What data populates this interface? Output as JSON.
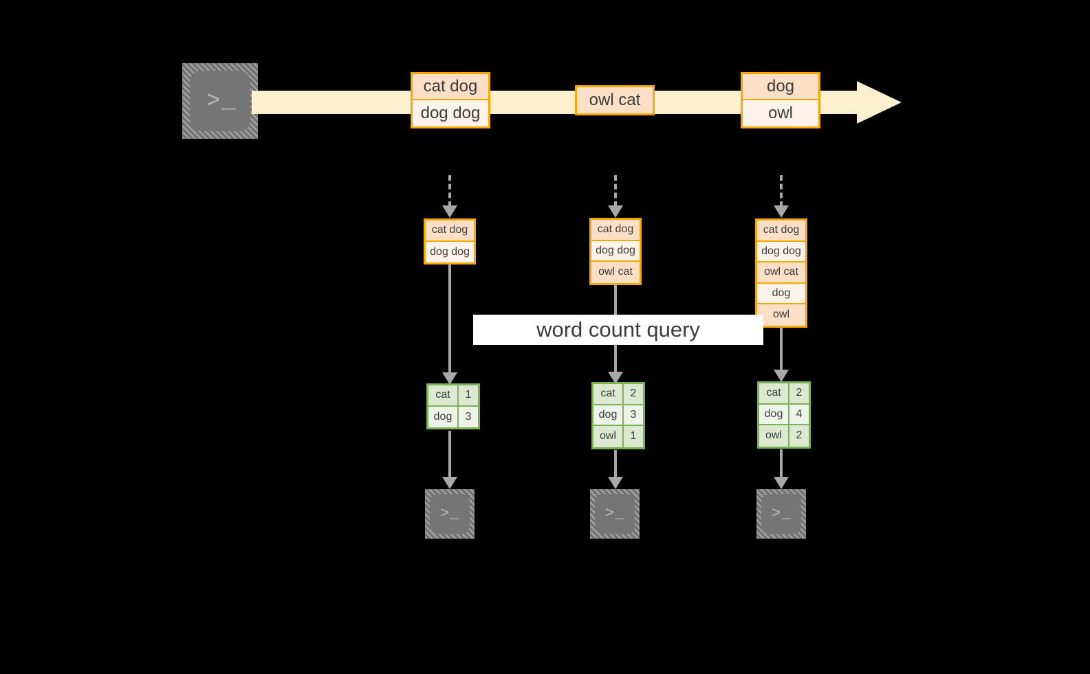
{
  "diagram": {
    "background_color": "#000000",
    "accent_orange": "#f5a800",
    "accent_green": "#79b356",
    "stream_fill": "#fdf0d0",
    "arrow_gray": "#a8a8a8"
  },
  "source": {
    "icon": "terminal-icon",
    "glyph": ">_"
  },
  "stream": {
    "name": "input-event-stream",
    "batches": [
      {
        "name": "stream-batch-1",
        "lines": [
          "cat dog",
          "dog dog"
        ]
      },
      {
        "name": "stream-batch-2",
        "lines": [
          "owl cat"
        ]
      },
      {
        "name": "stream-batch-3",
        "lines": [
          "dog",
          "owl"
        ]
      }
    ]
  },
  "query": {
    "label": "word count query"
  },
  "snapshots": [
    {
      "name": "snapshot-1",
      "accumulated_lines": [
        "cat dog",
        "dog dog"
      ],
      "result": {
        "rows": [
          {
            "word": "cat",
            "count": "1"
          },
          {
            "word": "dog",
            "count": "3"
          }
        ]
      },
      "sink": {
        "icon": "terminal-icon",
        "glyph": ">_"
      }
    },
    {
      "name": "snapshot-2",
      "accumulated_lines": [
        "cat dog",
        "dog dog",
        "owl cat"
      ],
      "result": {
        "rows": [
          {
            "word": "cat",
            "count": "2"
          },
          {
            "word": "dog",
            "count": "3"
          },
          {
            "word": "owl",
            "count": "1"
          }
        ]
      },
      "sink": {
        "icon": "terminal-icon",
        "glyph": ">_"
      }
    },
    {
      "name": "snapshot-3",
      "accumulated_lines": [
        "cat dog",
        "dog dog",
        "owl cat",
        "dog",
        "owl"
      ],
      "result": {
        "rows": [
          {
            "word": "cat",
            "count": "2"
          },
          {
            "word": "dog",
            "count": "4"
          },
          {
            "word": "owl",
            "count": "2"
          }
        ]
      },
      "sink": {
        "icon": "terminal-icon",
        "glyph": ">_"
      }
    }
  ]
}
